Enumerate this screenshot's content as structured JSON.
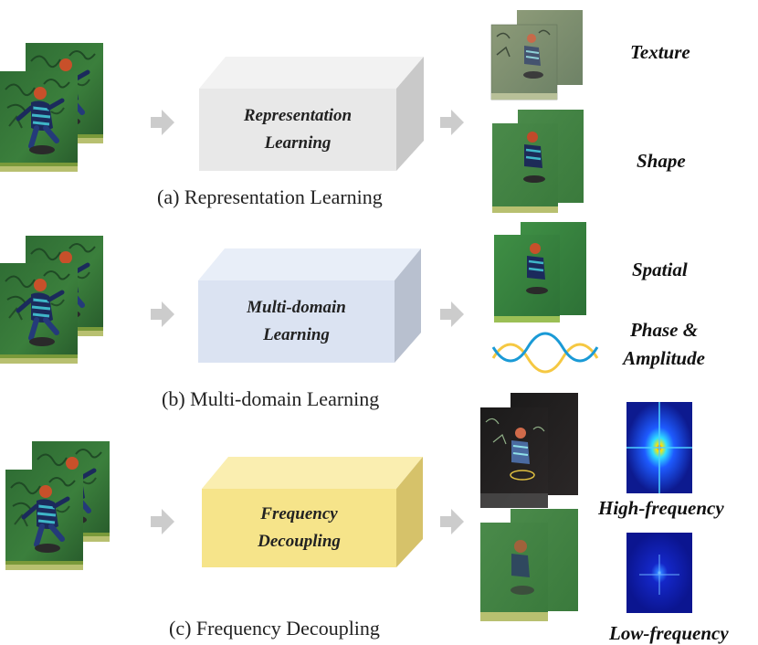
{
  "rows": [
    {
      "caption": "(a) Representation Learning",
      "module": {
        "line1": "Representation",
        "line2": "Learning",
        "front": "#e8e8e8",
        "top": "#f2f2f2",
        "side": "#c9c9c9"
      }
    },
    {
      "caption": "(b) Multi-domain Learning",
      "module": {
        "line1": "Multi-domain",
        "line2": "Learning",
        "front": "#dbe3f2",
        "top": "#e8eef8",
        "side": "#b8c0cf"
      }
    },
    {
      "caption": "(c) Frequency Decoupling",
      "module": {
        "line1": "Frequency",
        "line2": "Decoupling",
        "front": "#f6e48a",
        "top": "#faeeb0",
        "side": "#d6c26a"
      }
    }
  ],
  "features": {
    "texture": "Texture",
    "shape": "Shape",
    "spatial": "Spatial",
    "phase_amp_1": "Phase &",
    "phase_amp_2": "Amplitude",
    "high_freq": "High-frequency",
    "low_freq": "Low-frequency"
  },
  "colors": {
    "arrow": "#cccccc",
    "wave_yellow": "#f5c842",
    "wave_blue": "#1a9ad6",
    "spectrum_bg": "#0d1a8f"
  }
}
